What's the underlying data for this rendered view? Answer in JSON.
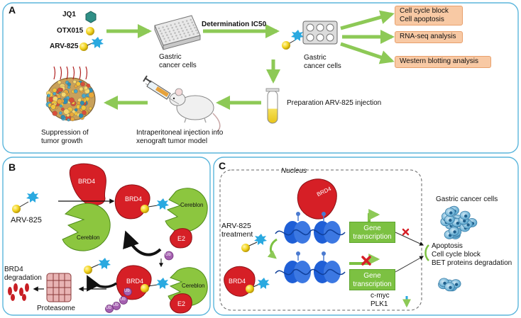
{
  "panel_a": {
    "letter": "A",
    "compounds": [
      "JQ1",
      "OTX015",
      "ARV-825"
    ],
    "gastric_cancer_cells_1": "Gastric cancer cells",
    "determination": "Determination IC50",
    "gastric_cancer_cells_2": "Gastric cancer cells",
    "outcomes": [
      "Cell cycle block\nCell apoptosis",
      "RNA-seq analysis",
      "Western blotting analysis"
    ],
    "preparation": "Preparation ARV-825 injection",
    "injection": "Intraperitoneal injection into\nxenograft tumor model",
    "suppression": "Suppression of\ntumor growth"
  },
  "panel_b": {
    "letter": "B",
    "arv825": "ARV-825",
    "brd4": "BRD4",
    "cereblon": "Cereblon",
    "e2": "E2",
    "ub": "Ub",
    "brd4_degradation": "BRD4\ndegradation",
    "proteasome": "Proteasome"
  },
  "panel_c": {
    "letter": "C",
    "nucleus": "Nucleus",
    "treatment": "ARV-825\ntreatment",
    "brd4": "BRD4",
    "gene_transcription": "Gene\ntranscription",
    "cmyc_plk1": "c-myc\nPLK1",
    "gastric_cancer_cells": "Gastric cancer cells",
    "effects": "Apoptosis\nCell cycle block\nBET proteins degradation"
  },
  "colors": {
    "panel_border": "#5bb6dc",
    "arrow_green": "#8dc956",
    "brd4_red": "#d61f26",
    "cereblon_green": "#8cc63f",
    "ligand_yellow": "#f2d31b",
    "warhead_blue": "#2aa9e0",
    "orange_fill": "#f8c9a4",
    "dna_blue": "#1f5fd6",
    "ub_purple": "#a560b0"
  }
}
